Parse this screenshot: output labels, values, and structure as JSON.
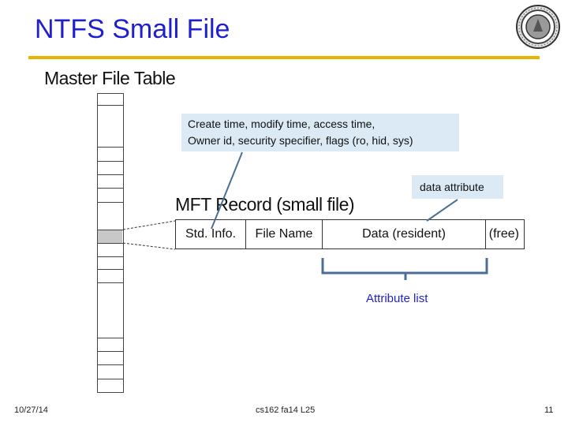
{
  "slide": {
    "title": "NTFS Small File",
    "mft_heading": "Master File Table",
    "record_heading": "MFT Record (small file)",
    "callout_std": {
      "line1": "Create time, modify time, access time,",
      "line2": "Owner id, security specifier, flags (ro, hid, sys)"
    },
    "callout_data": "data attribute",
    "record_fields": {
      "std_info": "Std. Info.",
      "file_name": "File Name",
      "data": "Data (resident)",
      "free": "(free)"
    },
    "attribute_list_label": "Attribute list"
  },
  "footer": {
    "date": "10/27/14",
    "course": "cs162 fa14 L25",
    "page": "11"
  },
  "colors": {
    "title": "#1f1fd0",
    "rule": "#e8b400",
    "callout_bg": "#dbeaf4",
    "connector": "#4a6f94",
    "highlight": "#c8c8c8"
  }
}
